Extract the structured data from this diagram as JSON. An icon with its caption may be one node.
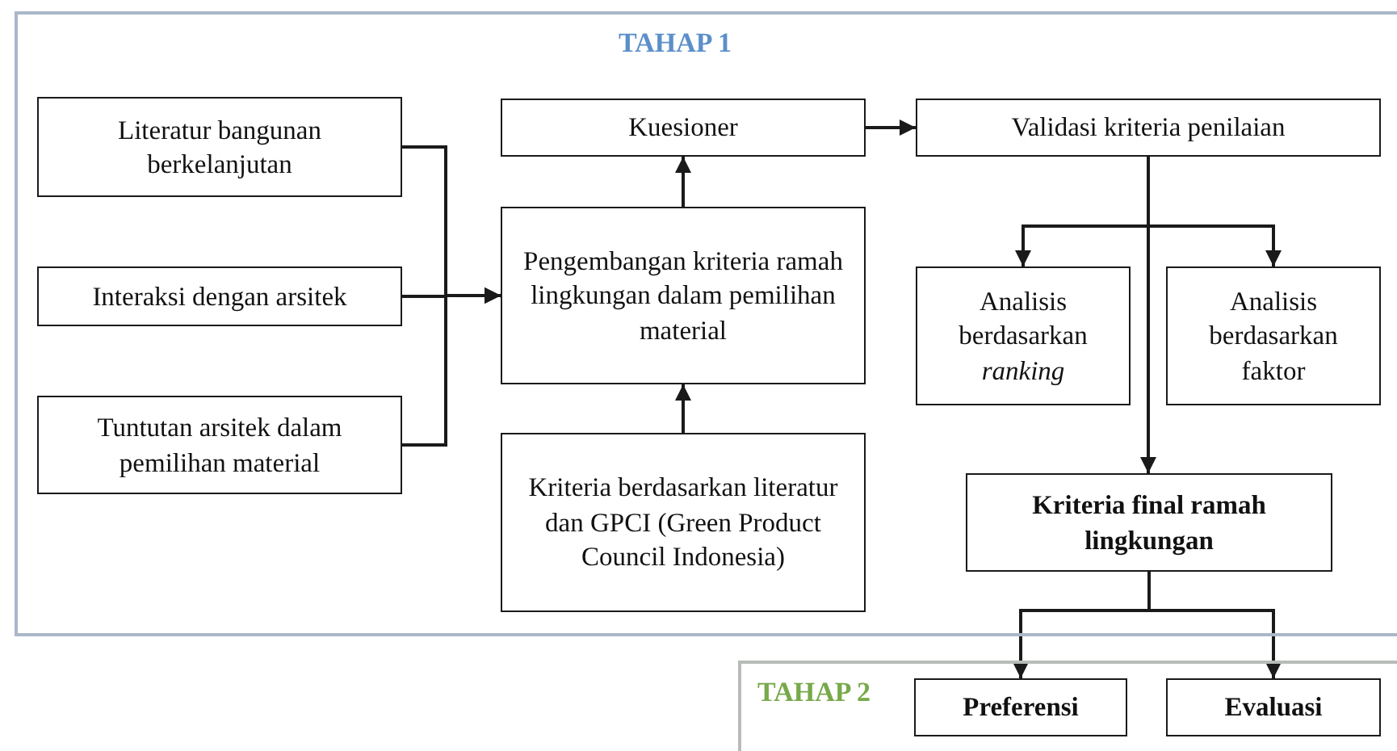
{
  "diagram": {
    "nodes": [
      {
        "text": [
          "TAHAP 1"
        ]
      },
      {
        "text": [
          "Literatur bangunan berkelanjutan"
        ],
        "in": 0
      },
      {
        "text": [
          "Interaksi dengan arsitek"
        ],
        "in": 0
      },
      {
        "text": [
          "Tuntutan arsitek dalam pemilihan material"
        ],
        "in": 0
      },
      {
        "text": [
          "Kuesioner"
        ],
        "in": 0
      },
      {
        "text": [
          "Pengembangan kriteria ramah lingkungan dalam pemilihan material"
        ],
        "in": 0
      },
      {
        "text": [
          "Kriteria berdasarkan literatur dan GPCI (Green Product Council Indonesia)"
        ],
        "in": 0
      },
      {
        "text": [
          "Validasi kriteria penilaian"
        ],
        "in": 0
      },
      {
        "text": [
          "Analisis berdasarkan *ranking*"
        ],
        "in": 0
      },
      {
        "text": [
          "Analisis berdasarkan faktor"
        ],
        "in": 0
      },
      {
        "text": [
          "Kriteria final ramah lingkungan"
        ],
        "in": 0
      },
      {
        "text": [
          "TAHAP 2"
        ]
      },
      {
        "text": [
          "Preferensi"
        ],
        "in": 11
      },
      {
        "text": [
          "Evaluasi"
        ],
        "in": 11
      }
    ],
    "edges": [
      {
        "from": 1,
        "to": 5,
        "arrow": "to"
      },
      {
        "from": 2,
        "to": 5,
        "arrow": "to"
      },
      {
        "from": 3,
        "to": 5,
        "arrow": "to"
      },
      {
        "from": 6,
        "to": 5,
        "arrow": "to"
      },
      {
        "from": 5,
        "to": 4,
        "arrow": "to"
      },
      {
        "from": 4,
        "to": 7,
        "arrow": "to"
      },
      {
        "from": 7,
        "to": 8,
        "arrow": "to"
      },
      {
        "from": 7,
        "to": 9,
        "arrow": "to"
      },
      {
        "from": 7,
        "to": 10,
        "arrow": "to"
      },
      {
        "from": 10,
        "to": 12,
        "arrow": "to"
      },
      {
        "from": 10,
        "to": 13,
        "arrow": "to"
      }
    ]
  }
}
